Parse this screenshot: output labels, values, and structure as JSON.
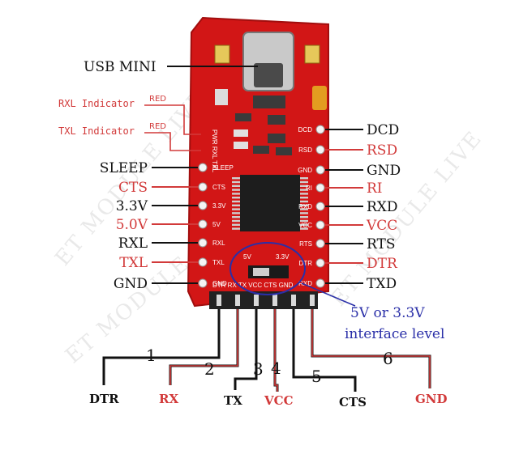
{
  "colors": {
    "black": "#111111",
    "red": "#d23a3a",
    "blue": "#2a2fa8",
    "board": "#d21616",
    "boardDark": "#a10e0e"
  },
  "watermark": {
    "text": "ET MODULE LIVE"
  },
  "top": {
    "usb": "USB MINI",
    "rxl": "RXL Indicator",
    "txl": "TXL Indicator",
    "red1": "RED",
    "red2": "RED"
  },
  "left_labels": [
    {
      "text": "SLEEP",
      "color": "black"
    },
    {
      "text": "CTS",
      "color": "red"
    },
    {
      "text": "3.3V",
      "color": "black"
    },
    {
      "text": "5.0V",
      "color": "red"
    },
    {
      "text": "RXL",
      "color": "black"
    },
    {
      "text": "TXL",
      "color": "red"
    },
    {
      "text": "GND",
      "color": "black"
    }
  ],
  "right_labels": [
    {
      "text": "DCD",
      "color": "black"
    },
    {
      "text": "RSD",
      "color": "red"
    },
    {
      "text": "GND",
      "color": "black"
    },
    {
      "text": "RI",
      "color": "red"
    },
    {
      "text": "RXD",
      "color": "black"
    },
    {
      "text": "VCC",
      "color": "red"
    },
    {
      "text": "RTS",
      "color": "black"
    },
    {
      "text": "DTR",
      "color": "red"
    },
    {
      "text": "TXD",
      "color": "black"
    }
  ],
  "silk": {
    "left": [
      "SLEEP",
      "CTS",
      "3.3V",
      "5V",
      "RXL",
      "TXL",
      "GND"
    ],
    "right": [
      "DCD",
      "RSD",
      "GND",
      "RI",
      "RXD",
      "VCC",
      "RTS",
      "DTR",
      "RXD"
    ],
    "bottom": "DTR  RX  TX  VCC  CTS  GND",
    "side": "PWR RXL TXL",
    "jumper_5v": "5V",
    "jumper_33v": "3.3V"
  },
  "jumper_note": {
    "line1": "5V or 3.3V",
    "line2": "interface level"
  },
  "numbers": [
    "1",
    "2",
    "3",
    "4",
    "5",
    "6"
  ],
  "bottom_pins": [
    {
      "text": "DTR",
      "color": "black"
    },
    {
      "text": "RX",
      "color": "red"
    },
    {
      "text": "TX",
      "color": "black"
    },
    {
      "text": "VCC",
      "color": "red"
    },
    {
      "text": "CTS",
      "color": "black"
    },
    {
      "text": "GND",
      "color": "red"
    }
  ]
}
